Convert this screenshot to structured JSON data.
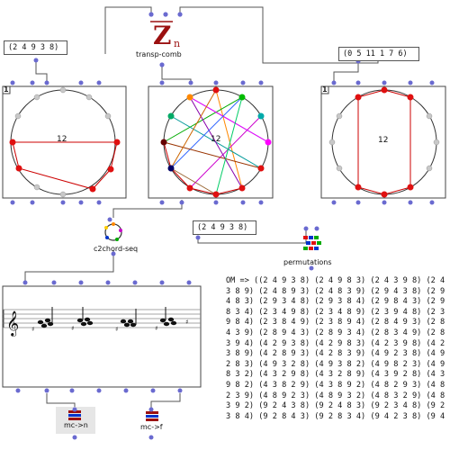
{
  "inputs": {
    "seq_left": "(2 4 9 3 8)",
    "seq_right": "(0 5 11 1 7 6)",
    "seq_mid": "(2 4 9 3 8)"
  },
  "boxes": {
    "transp_comb": {
      "icon": "zn-icon",
      "label": "transp-comb",
      "icon_text": "Z",
      "icon_sub": "n"
    },
    "c2chord_seq": {
      "icon": "circle-chord-icon",
      "label": "c2chord-seq"
    },
    "permutations": {
      "icon": "permutations-icon",
      "label": "permutations"
    },
    "mc_n": {
      "icon": "piano-roll-icon",
      "label": "mc->n"
    },
    "mc_f": {
      "icon": "piano-roll-icon",
      "label": "mc->f"
    }
  },
  "circles": {
    "left": {
      "badge": "1",
      "center_label": "12"
    },
    "middle": {
      "center_label": "12"
    },
    "right": {
      "badge": "1",
      "center_label": "12"
    }
  },
  "colors": {
    "circle_line": "#cc0000",
    "active_point": "#e01010",
    "inactive_point": "#c8c8c8",
    "inlet": "#6a6ad0",
    "icon_red": "#9b1010",
    "connection": "#555555"
  },
  "output": {
    "lines": [
      "OM => ((2 4 9 3 8) (2 4 9 8 3) (2 4 3 9 8) (2 4",
      "3 8 9) (2 4 8 9 3) (2 4 8 3 9) (2 9 4 3 8) (2 9",
      "4 8 3) (2 9 3 4 8) (2 9 3 8 4) (2 9 8 4 3) (2 9",
      "8 3 4) (2 3 4 9 8) (2 3 4 8 9) (2 3 9 4 8) (2 3",
      "9 8 4) (2 3 8 4 9) (2 3 8 9 4) (2 8 4 9 3) (2 8",
      "4 3 9) (2 8 9 4 3) (2 8 9 3 4) (2 8 3 4 9) (2 8",
      "3 9 4) (4 2 9 3 8) (4 2 9 8 3) (4 2 3 9 8) (4 2",
      "3 8 9) (4 2 8 9 3) (4 2 8 3 9) (4 9 2 3 8) (4 9",
      "2 8 3) (4 9 3 2 8) (4 9 3 8 2) (4 9 8 2 3) (4 9",
      "8 3 2) (4 3 2 9 8) (4 3 2 8 9) (4 3 9 2 8) (4 3",
      "9 8 2) (4 3 8 2 9) (4 3 8 9 2) (4 8 2 9 3) (4 8",
      "2 3 9) (4 8 9 2 3) (4 8 9 3 2) (4 8 3 2 9) (4 8",
      "3 9 2) (9 2 4 3 8) (9 2 4 8 3) (9 2 3 4 8) (9 2",
      "3 8 4) (9 2 8 4 3) (9 2 8 3 4) (9 4 2 3 8) (9 4"
    ]
  }
}
